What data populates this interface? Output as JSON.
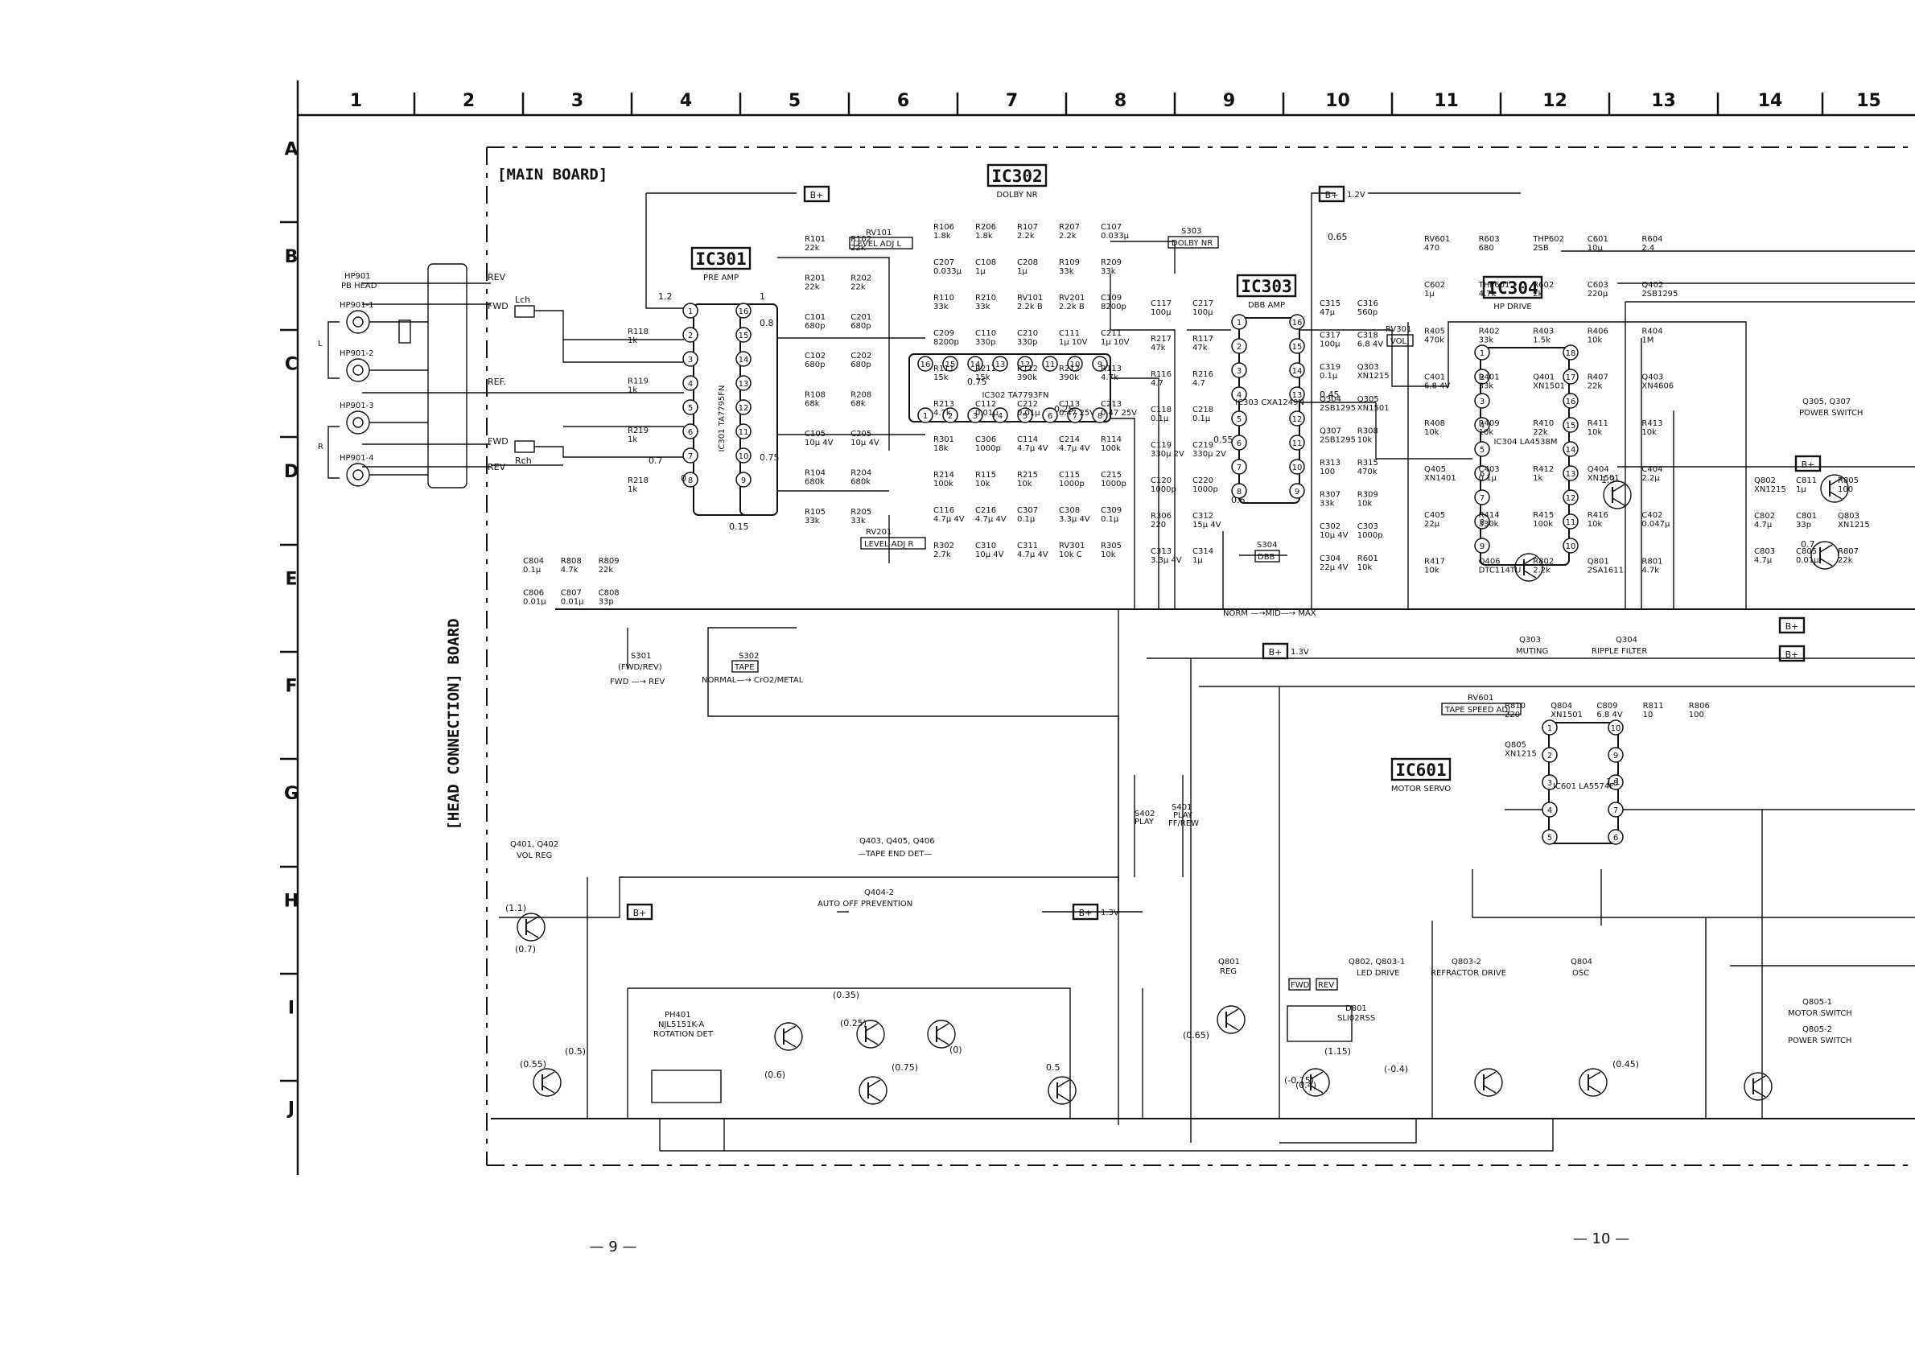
{
  "grid": {
    "columns": [
      "1",
      "2",
      "3",
      "4",
      "5",
      "6",
      "7",
      "8",
      "9",
      "10",
      "11",
      "12",
      "13",
      "14",
      "15"
    ],
    "rows": [
      "A",
      "B",
      "C",
      "D",
      "E",
      "F",
      "G",
      "H",
      "I",
      "J"
    ]
  },
  "boards": {
    "main": "[MAIN BOARD]",
    "head_connection": "[HEAD CONNECTION] BOARD"
  },
  "ics": [
    {
      "ref": "IC301",
      "desc": "PRE AMP",
      "part": "IC301 TA7795FN"
    },
    {
      "ref": "IC302",
      "desc": "DOLBY NR",
      "part": "IC302 TA7793FN"
    },
    {
      "ref": "IC303",
      "desc": "DBB AMP",
      "part": "IC303 CXA1249N"
    },
    {
      "ref": "IC304",
      "desc": "HP DRIVE",
      "part": "IC304 LA4538M"
    },
    {
      "ref": "IC601",
      "desc": "MOTOR SERVO",
      "part": "IC601 LA5574F"
    }
  ],
  "head": {
    "title": [
      "HP901",
      "PB HEAD"
    ],
    "heads": [
      "HP901-1",
      "HP901-2",
      "HP901-3",
      "HP901-4"
    ],
    "channels": [
      "L",
      "R"
    ]
  },
  "connector": {
    "labels": [
      "REV",
      "FWD",
      "REF.",
      "FWD",
      "REV"
    ],
    "channels": [
      "Lch",
      "Rch"
    ]
  },
  "labels": {
    "rv101": [
      "RV101",
      "LEVEL ADJ L"
    ],
    "rv201": [
      "RV201",
      "LEVEL ADJ R"
    ],
    "rv301": [
      "RV301",
      "VOL"
    ],
    "rv601": [
      "RV601",
      "TAPE SPEED ADJ"
    ],
    "s301": [
      "S301",
      "(FWD/REV)",
      "FWD —→ REV"
    ],
    "s302": [
      "S302",
      "TAPE",
      "NORMAL—→ CrO2/METAL"
    ],
    "s303": [
      "S303",
      "DOLBY NR"
    ],
    "s304": [
      "S304",
      "DBB"
    ],
    "dbb_modes": "NORM —→MID—→ MAX",
    "s401": [
      "S401",
      "PLAY",
      "FF/REW"
    ],
    "s402": [
      "S402",
      "PLAY"
    ],
    "q401_402": [
      "Q401, Q402",
      "VOL REG"
    ],
    "q403_406": [
      "Q403, Q405, Q406",
      "—TAPE END DET—"
    ],
    "q404": [
      "Q404-2",
      "AUTO OFF PREVENTION"
    ],
    "ph401": [
      "PH401",
      "NJL5151K-A",
      "ROTATION DET"
    ],
    "q801": [
      "Q801",
      "REG"
    ],
    "q802": [
      "Q802, Q803-1",
      "LED DRIVE"
    ],
    "q803": [
      "Q803-2",
      "REFRACTOR DRIVE"
    ],
    "q804": [
      "Q804",
      "OSC"
    ],
    "q303": [
      "Q303",
      "MUTING"
    ],
    "q304": [
      "Q304",
      "RIPPLE FILTER"
    ],
    "q305_307": [
      "Q305, Q307",
      "POWER SWITCH"
    ],
    "q805_1": [
      "Q805-1",
      "MOTOR SWITCH"
    ],
    "q805_2": [
      "Q805-2",
      "POWER SWITCH"
    ],
    "d801": [
      "D801",
      "SLI02RSS"
    ],
    "fwd_tag": "FWD",
    "rev_tag": "REV"
  },
  "supply_tags": [
    {
      "id": "b1",
      "label": "B+"
    },
    {
      "id": "b2",
      "label": "B+",
      "volt": "1.2V"
    },
    {
      "id": "b3",
      "label": "B+",
      "volt": "1.3V"
    },
    {
      "id": "b4",
      "label": "B+"
    },
    {
      "id": "b5",
      "label": "B+",
      "volt": "1.3V"
    },
    {
      "id": "b6",
      "label": "B+"
    },
    {
      "id": "b7",
      "label": "B+"
    },
    {
      "id": "b8",
      "label": "B+"
    }
  ],
  "components": [
    {
      "ref": "R118",
      "val": "1k"
    },
    {
      "ref": "R119",
      "val": "1k"
    },
    {
      "ref": "R219",
      "val": "1k"
    },
    {
      "ref": "R218",
      "val": "1k"
    },
    {
      "ref": "R101",
      "val": "22k"
    },
    {
      "ref": "R102",
      "val": "22k"
    },
    {
      "ref": "R201",
      "val": "22k"
    },
    {
      "ref": "R202",
      "val": "22k"
    },
    {
      "ref": "C101",
      "val": "680p"
    },
    {
      "ref": "C201",
      "val": "680p"
    },
    {
      "ref": "C102",
      "val": "680p"
    },
    {
      "ref": "C202",
      "val": "680p"
    },
    {
      "ref": "R108",
      "val": "68k"
    },
    {
      "ref": "R208",
      "val": "68k"
    },
    {
      "ref": "C105",
      "val": "10μ 4V"
    },
    {
      "ref": "C205",
      "val": "10μ 4V"
    },
    {
      "ref": "R104",
      "val": "680k"
    },
    {
      "ref": "R204",
      "val": "680k"
    },
    {
      "ref": "R105",
      "val": "33k"
    },
    {
      "ref": "R205",
      "val": "33k"
    },
    {
      "ref": "R106",
      "val": "1.8k"
    },
    {
      "ref": "R206",
      "val": "1.8k"
    },
    {
      "ref": "R107",
      "val": "2.2k"
    },
    {
      "ref": "R207",
      "val": "2.2k"
    },
    {
      "ref": "C107",
      "val": "0.033μ"
    },
    {
      "ref": "C207",
      "val": "0.033μ"
    },
    {
      "ref": "C108",
      "val": "1μ"
    },
    {
      "ref": "C208",
      "val": "1μ"
    },
    {
      "ref": "R109",
      "val": "33k"
    },
    {
      "ref": "R209",
      "val": "33k"
    },
    {
      "ref": "R110",
      "val": "33k"
    },
    {
      "ref": "R210",
      "val": "33k"
    },
    {
      "ref": "RV101",
      "val": "2.2k B"
    },
    {
      "ref": "RV201",
      "val": "2.2k B"
    },
    {
      "ref": "C109",
      "val": "8200p"
    },
    {
      "ref": "C209",
      "val": "8200p"
    },
    {
      "ref": "C110",
      "val": "330p"
    },
    {
      "ref": "C210",
      "val": "330p"
    },
    {
      "ref": "C111",
      "val": "1μ 10V"
    },
    {
      "ref": "C211",
      "val": "1μ 10V"
    },
    {
      "ref": "R111",
      "val": "15k"
    },
    {
      "ref": "R211",
      "val": "15k"
    },
    {
      "ref": "R112",
      "val": "390k"
    },
    {
      "ref": "R212",
      "val": "390k"
    },
    {
      "ref": "R113",
      "val": "4.7k"
    },
    {
      "ref": "R213",
      "val": "4.7k"
    },
    {
      "ref": "C112",
      "val": "0.01μ"
    },
    {
      "ref": "C212",
      "val": "0.01μ"
    },
    {
      "ref": "C113",
      "val": "0.47 25V"
    },
    {
      "ref": "C213",
      "val": "0.47 25V"
    },
    {
      "ref": "R301",
      "val": "18k"
    },
    {
      "ref": "C306",
      "val": "1000p"
    },
    {
      "ref": "C114",
      "val": "4.7μ 4V"
    },
    {
      "ref": "C214",
      "val": "4.7μ 4V"
    },
    {
      "ref": "R114",
      "val": "100k"
    },
    {
      "ref": "R214",
      "val": "100k"
    },
    {
      "ref": "R115",
      "val": "10k"
    },
    {
      "ref": "R215",
      "val": "10k"
    },
    {
      "ref": "C115",
      "val": "1000p"
    },
    {
      "ref": "C215",
      "val": "1000p"
    },
    {
      "ref": "C116",
      "val": "4.7μ 4V"
    },
    {
      "ref": "C216",
      "val": "4.7μ 4V"
    },
    {
      "ref": "C307",
      "val": "0.1μ"
    },
    {
      "ref": "C308",
      "val": "3.3μ 4V"
    },
    {
      "ref": "C309",
      "val": "0.1μ"
    },
    {
      "ref": "R302",
      "val": "2.7k"
    },
    {
      "ref": "C310",
      "val": "10μ 4V"
    },
    {
      "ref": "C311",
      "val": "4.7μ 4V"
    },
    {
      "ref": "RV301",
      "val": "10k C"
    },
    {
      "ref": "R305",
      "val": "10k"
    },
    {
      "ref": "C117",
      "val": "100μ"
    },
    {
      "ref": "C217",
      "val": "100μ"
    },
    {
      "ref": "R217",
      "val": "47k"
    },
    {
      "ref": "R117",
      "val": "47k"
    },
    {
      "ref": "R116",
      "val": "4.7"
    },
    {
      "ref": "R216",
      "val": "4.7"
    },
    {
      "ref": "C118",
      "val": "0.1μ"
    },
    {
      "ref": "C218",
      "val": "0.1μ"
    },
    {
      "ref": "C119",
      "val": "330μ 2V"
    },
    {
      "ref": "C219",
      "val": "330μ 2V"
    },
    {
      "ref": "C120",
      "val": "1000p"
    },
    {
      "ref": "C220",
      "val": "1000p"
    },
    {
      "ref": "R306",
      "val": "220"
    },
    {
      "ref": "C312",
      "val": "15μ 4V"
    },
    {
      "ref": "C313",
      "val": "3.3μ 4V"
    },
    {
      "ref": "C314",
      "val": "1μ"
    },
    {
      "ref": "C315",
      "val": "47μ"
    },
    {
      "ref": "C316",
      "val": "560p"
    },
    {
      "ref": "C317",
      "val": "100μ"
    },
    {
      "ref": "C318",
      "val": "6.8 4V"
    },
    {
      "ref": "C319",
      "val": "0.1μ"
    },
    {
      "ref": "Q303",
      "val": "XN1215"
    },
    {
      "ref": "Q304",
      "val": "2SB1295"
    },
    {
      "ref": "Q305",
      "val": "XN1501"
    },
    {
      "ref": "Q307",
      "val": "2SB1295"
    },
    {
      "ref": "R308",
      "val": "10k"
    },
    {
      "ref": "R313",
      "val": "100"
    },
    {
      "ref": "R315",
      "val": "470k"
    },
    {
      "ref": "R307",
      "val": "33k"
    },
    {
      "ref": "R309",
      "val": "10k"
    },
    {
      "ref": "C302",
      "val": "10μ 4V"
    },
    {
      "ref": "C303",
      "val": "1000p"
    },
    {
      "ref": "C304",
      "val": "22μ 4V"
    },
    {
      "ref": "R601",
      "val": "10k"
    },
    {
      "ref": "RV601",
      "val": "470"
    },
    {
      "ref": "R603",
      "val": "680"
    },
    {
      "ref": "THP602",
      "val": "2SB"
    },
    {
      "ref": "C601",
      "val": "10μ"
    },
    {
      "ref": "R604",
      "val": "2.4"
    },
    {
      "ref": "C602",
      "val": "1μ"
    },
    {
      "ref": "THP601",
      "val": "4.7k"
    },
    {
      "ref": "R602",
      "val": "2k"
    },
    {
      "ref": "C603",
      "val": "220μ"
    },
    {
      "ref": "Q402",
      "val": "2SB1295"
    },
    {
      "ref": "R405",
      "val": "470k"
    },
    {
      "ref": "R402",
      "val": "33k"
    },
    {
      "ref": "R403",
      "val": "1.5k"
    },
    {
      "ref": "R406",
      "val": "10k"
    },
    {
      "ref": "R404",
      "val": "1M"
    },
    {
      "ref": "C401",
      "val": "6.8 4V"
    },
    {
      "ref": "R401",
      "val": "33k"
    },
    {
      "ref": "Q401",
      "val": "XN1501"
    },
    {
      "ref": "R407",
      "val": "22k"
    },
    {
      "ref": "Q403",
      "val": "XN4606"
    },
    {
      "ref": "R408",
      "val": "10k"
    },
    {
      "ref": "R409",
      "val": "10k"
    },
    {
      "ref": "R410",
      "val": "22k"
    },
    {
      "ref": "R411",
      "val": "10k"
    },
    {
      "ref": "R413",
      "val": "10k"
    },
    {
      "ref": "Q405",
      "val": "XN1401"
    },
    {
      "ref": "C403",
      "val": "0.1μ"
    },
    {
      "ref": "R412",
      "val": "1k"
    },
    {
      "ref": "Q404",
      "val": "XN1501"
    },
    {
      "ref": "C404",
      "val": "2.2μ"
    },
    {
      "ref": "C405",
      "val": "22μ"
    },
    {
      "ref": "R414",
      "val": "330k"
    },
    {
      "ref": "R415",
      "val": "100k"
    },
    {
      "ref": "R416",
      "val": "10k"
    },
    {
      "ref": "C402",
      "val": "0.047μ"
    },
    {
      "ref": "R417",
      "val": "10k"
    },
    {
      "ref": "Q406",
      "val": "DTC114TU"
    },
    {
      "ref": "R802",
      "val": "2.2k"
    },
    {
      "ref": "Q801",
      "val": "2SA1611"
    },
    {
      "ref": "R801",
      "val": "4.7k"
    },
    {
      "ref": "Q802",
      "val": "XN1215"
    },
    {
      "ref": "C811",
      "val": "1μ"
    },
    {
      "ref": "R805",
      "val": "100"
    },
    {
      "ref": "C802",
      "val": "4.7μ"
    },
    {
      "ref": "C801",
      "val": "33p"
    },
    {
      "ref": "Q803",
      "val": "XN1215"
    },
    {
      "ref": "C803",
      "val": "4.7μ"
    },
    {
      "ref": "C805",
      "val": "0.01μ"
    },
    {
      "ref": "R807",
      "val": "22k"
    },
    {
      "ref": "C804",
      "val": "0.1μ"
    },
    {
      "ref": "R808",
      "val": "4.7k"
    },
    {
      "ref": "R809",
      "val": "22k"
    },
    {
      "ref": "C806",
      "val": "0.01μ"
    },
    {
      "ref": "C807",
      "val": "0.01μ"
    },
    {
      "ref": "C808",
      "val": "33p"
    },
    {
      "ref": "R810",
      "val": "220"
    },
    {
      "ref": "Q804",
      "val": "XN1501"
    },
    {
      "ref": "C809",
      "val": "6.8 4V"
    },
    {
      "ref": "R811",
      "val": "10"
    },
    {
      "ref": "R806",
      "val": "100"
    },
    {
      "ref": "Q805",
      "val": "XN1215"
    }
  ],
  "voltages": [
    "1.2",
    "1",
    "0.8",
    "0",
    "0.75",
    "0.15",
    "0.75",
    "0.7",
    "0.55",
    "0.65",
    "0.45",
    "0.25",
    "0.6",
    "1.3",
    "1.1",
    "0.5",
    "0.7",
    "(1.1)",
    "(0.7)",
    "(0.5)",
    "(0.55)",
    "(0.6)",
    "(0.25)",
    "(0.35)",
    "(0.75)",
    "(0)",
    "(0.4)",
    "(1.15)",
    "(-0.15)",
    "(0.45)",
    "(0.65)",
    "(-0.4)"
  ],
  "pages": [
    "— 9 —",
    "— 10 —"
  ]
}
